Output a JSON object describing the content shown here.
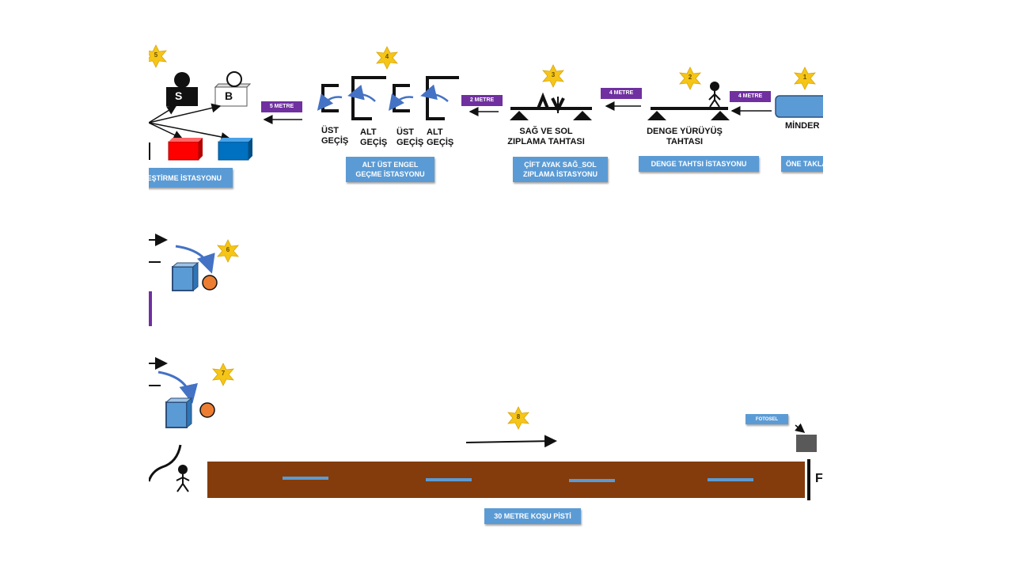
{
  "stations": {
    "s1": {
      "star": "1",
      "item_label": "MİNDER",
      "box_label": "ÖNE TAKLA"
    },
    "s2": {
      "star": "2",
      "item_label": "DENGE YÜRÜYÜŞ TAHTASI",
      "box_label": "DENGE TAHTSI İSTASYONU"
    },
    "s3": {
      "star": "3",
      "item_label": "SAĞ VE SOL ZIPLAMA TAHTASI",
      "box_label": "ÇİFT AYAK SAĞ_SOL ZIPLAMA İSTASYONU"
    },
    "s4": {
      "star": "4",
      "labels": [
        "ÜST GEÇİŞ",
        "ALT GEÇİŞ",
        "ÜST GEÇİŞ",
        "ALT GEÇİŞ"
      ],
      "box_label": "ALT ÜST ENGEL GEÇME İSTASYONU"
    },
    "s5": {
      "star": "5",
      "box_s": "S",
      "box_b": "B",
      "box_label": "EŞLEŞTİRME İSTASYONU"
    },
    "s6": {
      "star": "6"
    },
    "s7": {
      "star": "7"
    },
    "s8": {
      "star": "8",
      "fotosel": "FOTOSEL",
      "box_label": "30 METRE KOŞU PİSTİ"
    }
  },
  "distances": {
    "d1": "4 METRE",
    "d2": "4 METRE",
    "d3": "2 METRE",
    "d4": "5 METRE"
  },
  "colors": {
    "star": "#f5c518",
    "label_box": "#5b9bd5",
    "distance_tag": "#7030a0",
    "track": "#843c0c",
    "lane": "#5b9bd5"
  }
}
